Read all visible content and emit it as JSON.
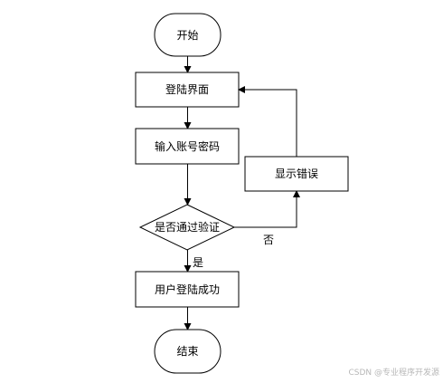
{
  "nodes": {
    "start": "开始",
    "login_page": "登陆界面",
    "input_credentials": "输入账号密码",
    "verify": "是否通过验证",
    "login_success": "用户登陆成功",
    "end": "结束",
    "show_error": "显示错误"
  },
  "edges": {
    "yes_label": "是",
    "no_label": "否"
  },
  "watermark": "CSDN @专业程序开发源"
}
